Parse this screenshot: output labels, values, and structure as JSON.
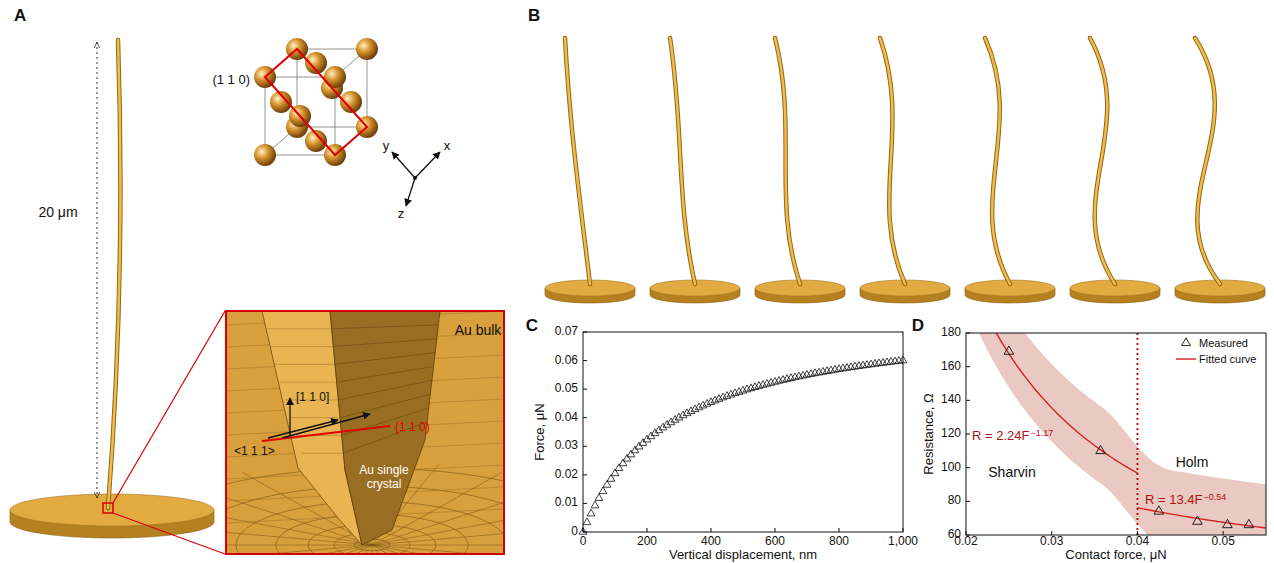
{
  "diagram": {
    "nodes": [
      {
        "text": [
          "Au bulk",
          "[1 1 0]",
          "(1 1 0)",
          "<1 1 1>",
          "Au single crystal"
        ]
      }
    ],
    "labels": [
      "A",
      "20 μm",
      "(1 1 0)",
      "y",
      "x",
      "z",
      "B",
      "C",
      "0",
      "0.01",
      "0.02",
      "0.03",
      "0.04",
      "0.05",
      "0.06",
      "0.07",
      "0",
      "200",
      "400",
      "600",
      "800",
      "1,000",
      "Force, μN",
      "Vertical displacement, nm",
      "D",
      "60",
      "80",
      "100",
      "120",
      "140",
      "160",
      "180",
      "0.02",
      "0.03",
      "0.04",
      "0.05",
      "Resistance, Ω",
      "Contact force, μN",
      "R = 2.24F",
      "−1.17",
      "R = 13.4F",
      "−0.54",
      "Sharvin",
      "Holm"
    ],
    "legend": [
      {
        "text": "Measured"
      },
      {
        "text": "Fitted curve"
      }
    ]
  }
}
